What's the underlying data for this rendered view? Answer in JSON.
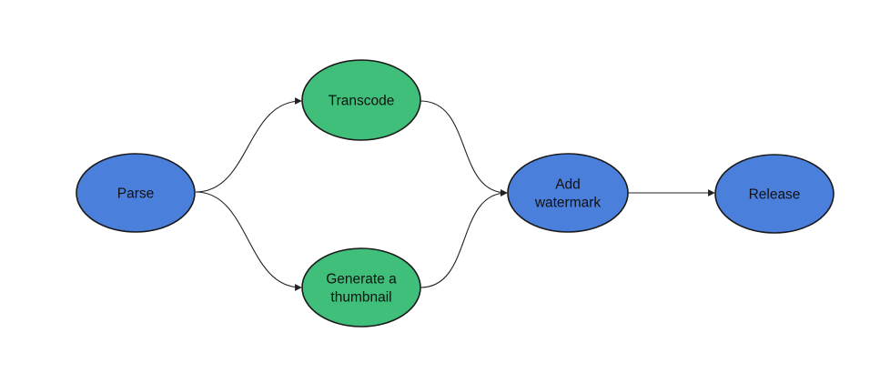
{
  "colors": {
    "blue_node": "#4a7fdc",
    "green_node": "#3fbf7a",
    "edge": "#222222"
  },
  "nodes": {
    "parse": {
      "lines": [
        "Parse"
      ],
      "color": "#4a7fdc"
    },
    "transcode": {
      "lines": [
        "Transcode"
      ],
      "color": "#3fbf7a"
    },
    "thumbnail": {
      "lines": [
        "Generate a",
        "thumbnail"
      ],
      "color": "#3fbf7a"
    },
    "watermark": {
      "lines": [
        "Add",
        "watermark"
      ],
      "color": "#4a7fdc"
    },
    "release": {
      "lines": [
        "Release"
      ],
      "color": "#4a7fdc"
    }
  },
  "edges": [
    {
      "from": "parse",
      "to": "transcode"
    },
    {
      "from": "parse",
      "to": "thumbnail"
    },
    {
      "from": "transcode",
      "to": "watermark"
    },
    {
      "from": "thumbnail",
      "to": "watermark"
    },
    {
      "from": "watermark",
      "to": "release"
    }
  ]
}
